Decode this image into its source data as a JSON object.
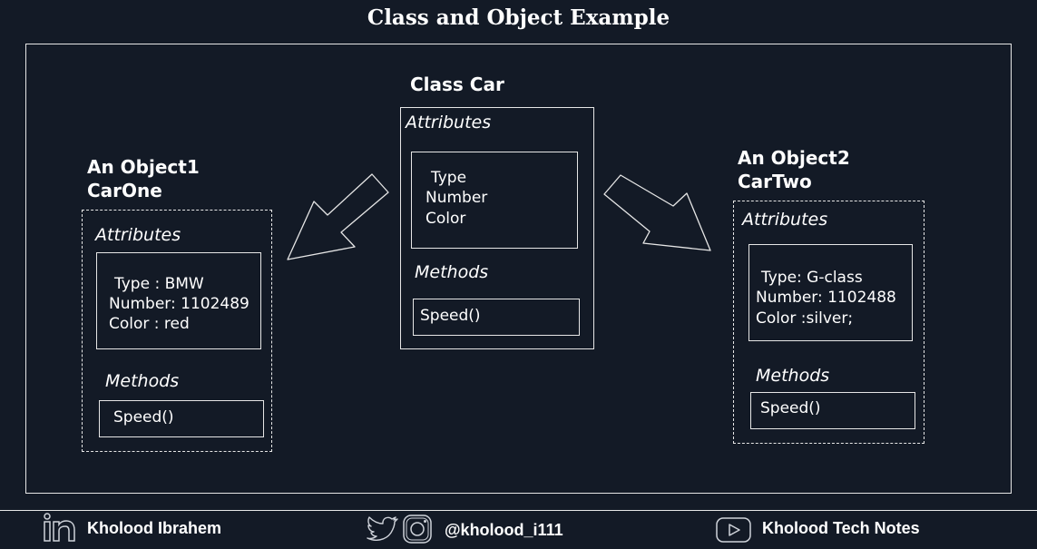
{
  "title": "Class and Object Example",
  "class_car": {
    "heading": "Class Car",
    "attributes_label": "Attributes",
    "attributes": [
      "Type",
      "Number",
      "Color"
    ],
    "methods_label": "Methods",
    "method": "Speed()"
  },
  "object1": {
    "heading_line1": "An Object1",
    "heading_line2": "CarOne",
    "attributes_label": "Attributes",
    "attributes": [
      "Type : BMW",
      "Number: 1102489",
      "Color : red"
    ],
    "methods_label": "Methods",
    "method": "Speed()"
  },
  "object2": {
    "heading_line1": "An Object2",
    "heading_line2": "CarTwo",
    "attributes_label": "Attributes",
    "attributes": [
      "Type: G-class",
      "Number: 1102488",
      "Color :silver;"
    ],
    "methods_label": "Methods",
    "method": "Speed()"
  },
  "footer": {
    "name": "Kholood Ibrahem",
    "handle": "@kholood_i111",
    "channel": "Kholood Tech Notes",
    "icons": [
      "linkedin-icon",
      "twitter-icon",
      "instagram-icon",
      "youtube-icon"
    ]
  }
}
